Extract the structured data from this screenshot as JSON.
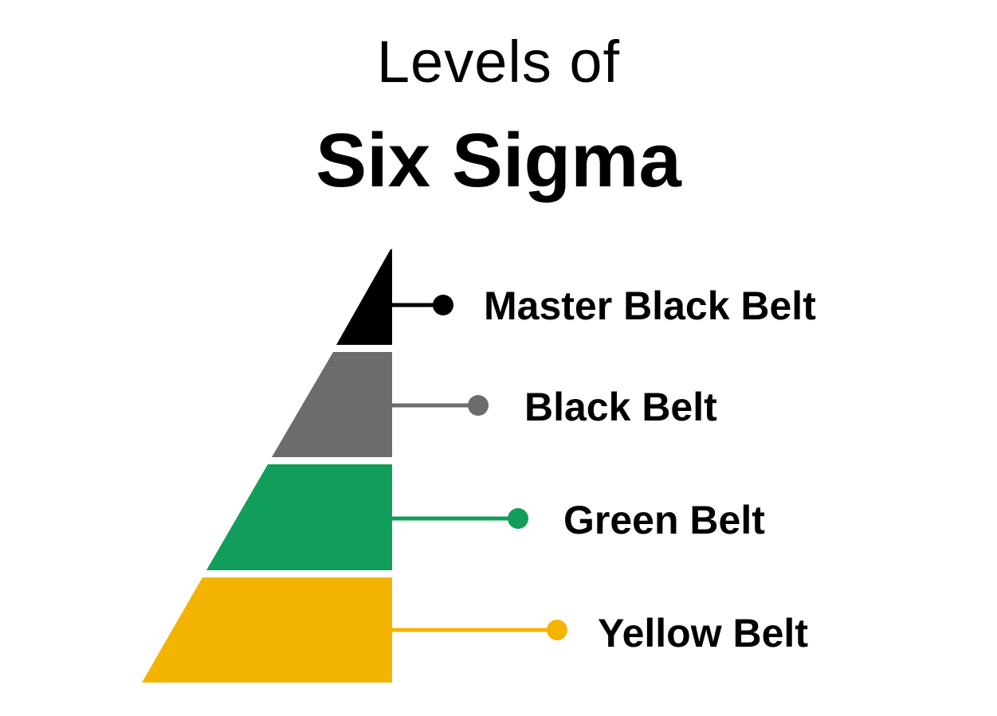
{
  "title": {
    "line1": "Levels of",
    "line2": "Six Sigma"
  },
  "levels": [
    {
      "label": "Master Black Belt",
      "color": "#000000"
    },
    {
      "label": "Black Belt",
      "color": "#6b6d6b"
    },
    {
      "label": "Green Belt",
      "color": "#119e5a"
    },
    {
      "label": "Yellow Belt",
      "color": "#f3b400"
    }
  ]
}
